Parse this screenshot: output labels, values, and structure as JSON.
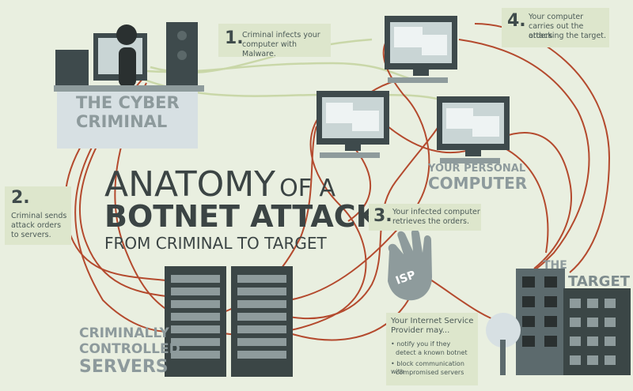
{
  "title": {
    "line1_big": "ANATOMY",
    "line1_small": "OF A",
    "line2": "BOTNET ATTACK",
    "line3": "FROM CRIMINAL TO TARGET"
  },
  "labels": {
    "criminal": [
      "THE CYBER",
      "CRIMINAL"
    ],
    "personal": [
      "YOUR PERSONAL",
      "COMPUTER"
    ],
    "target": [
      "THE",
      "TARGET"
    ],
    "servers": [
      "CRIMINALLY",
      "CONTROLLED",
      "SERVERS"
    ],
    "isp_logo": "ISP"
  },
  "steps": [
    {
      "num": "1.",
      "text": [
        "Criminal infects your",
        "computer with Malware."
      ]
    },
    {
      "num": "2.",
      "text": [
        "Criminal sends",
        "attack orders",
        "to servers."
      ]
    },
    {
      "num": "3.",
      "text": [
        "Your infected computer",
        "retrieves the orders."
      ]
    },
    {
      "num": "4.",
      "text": [
        "Your computer",
        "carries out the orders",
        "attacking the target."
      ]
    }
  ],
  "isp_note": {
    "heading": [
      "Your Internet Service",
      "Provider may..."
    ],
    "bullets": [
      [
        "• notify you if they",
        "detect a known botnet"
      ],
      [
        "• block communication with",
        "compromised servers"
      ]
    ]
  },
  "colors": {
    "background": "#e9efe0",
    "wire": "#b44a2e",
    "wire_light": "#c9d7a8",
    "monitor": "#3e4a4c",
    "screen": "#c9d5d5",
    "server": "#3b4646",
    "building": "#5c6a6d"
  }
}
